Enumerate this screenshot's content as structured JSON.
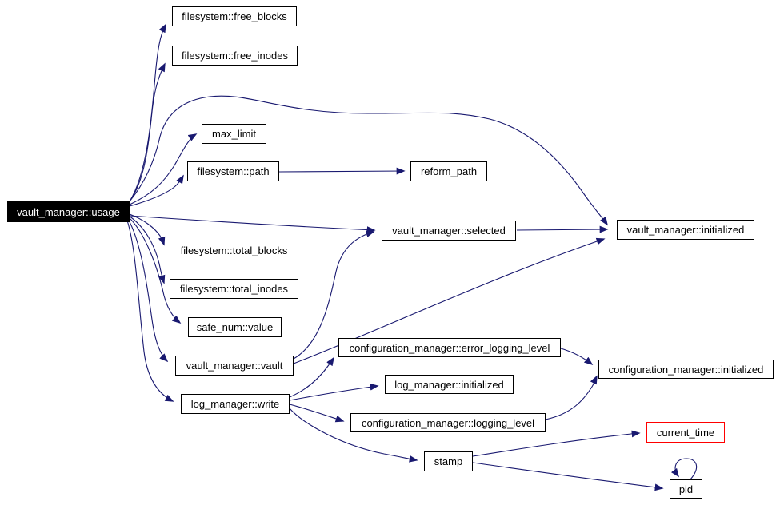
{
  "colors": {
    "edge": "#191970",
    "node_border": "#000000",
    "node_background": "#ffffff",
    "root_background": "#000000",
    "root_text": "#ffffff",
    "truncated_border": "#ff0000",
    "page_background": "#ffffff"
  },
  "nodes": [
    {
      "id": "usage",
      "label": "vault_manager::usage",
      "style": "root"
    },
    {
      "id": "free_blocks",
      "label": "filesystem::free_blocks",
      "style": "normal"
    },
    {
      "id": "free_inodes",
      "label": "filesystem::free_inodes",
      "style": "normal"
    },
    {
      "id": "max_limit",
      "label": "max_limit",
      "style": "normal"
    },
    {
      "id": "fs_path",
      "label": "filesystem::path",
      "style": "normal"
    },
    {
      "id": "reform_path",
      "label": "reform_path",
      "style": "normal"
    },
    {
      "id": "selected",
      "label": "vault_manager::selected",
      "style": "normal"
    },
    {
      "id": "vm_initialized",
      "label": "vault_manager::initialized",
      "style": "normal"
    },
    {
      "id": "total_blocks",
      "label": "filesystem::total_blocks",
      "style": "normal"
    },
    {
      "id": "total_inodes",
      "label": "filesystem::total_inodes",
      "style": "normal"
    },
    {
      "id": "safe_num_value",
      "label": "safe_num::value",
      "style": "normal"
    },
    {
      "id": "vault",
      "label": "vault_manager::vault",
      "style": "normal"
    },
    {
      "id": "write",
      "label": "log_manager::write",
      "style": "normal"
    },
    {
      "id": "error_logging_level",
      "label": "configuration_manager::error_logging_level",
      "style": "normal"
    },
    {
      "id": "lm_initialized",
      "label": "log_manager::initialized",
      "style": "normal"
    },
    {
      "id": "logging_level",
      "label": "configuration_manager::logging_level",
      "style": "normal"
    },
    {
      "id": "cm_initialized",
      "label": "configuration_manager::initialized",
      "style": "normal"
    },
    {
      "id": "stamp",
      "label": "stamp",
      "style": "normal"
    },
    {
      "id": "current_time",
      "label": "current_time",
      "style": "truncated"
    },
    {
      "id": "pid",
      "label": "pid",
      "style": "normal"
    }
  ],
  "edges": [
    {
      "from": "vault_manager::usage",
      "to": "filesystem::free_blocks"
    },
    {
      "from": "vault_manager::usage",
      "to": "filesystem::free_inodes"
    },
    {
      "from": "vault_manager::usage",
      "to": "max_limit"
    },
    {
      "from": "vault_manager::usage",
      "to": "filesystem::path"
    },
    {
      "from": "vault_manager::usage",
      "to": "vault_manager::initialized"
    },
    {
      "from": "vault_manager::usage",
      "to": "vault_manager::selected"
    },
    {
      "from": "vault_manager::usage",
      "to": "filesystem::total_blocks"
    },
    {
      "from": "vault_manager::usage",
      "to": "filesystem::total_inodes"
    },
    {
      "from": "vault_manager::usage",
      "to": "safe_num::value"
    },
    {
      "from": "vault_manager::usage",
      "to": "vault_manager::vault"
    },
    {
      "from": "vault_manager::usage",
      "to": "log_manager::write"
    },
    {
      "from": "filesystem::path",
      "to": "reform_path"
    },
    {
      "from": "vault_manager::selected",
      "to": "vault_manager::initialized"
    },
    {
      "from": "vault_manager::vault",
      "to": "vault_manager::selected"
    },
    {
      "from": "vault_manager::vault",
      "to": "vault_manager::initialized"
    },
    {
      "from": "log_manager::write",
      "to": "configuration_manager::error_logging_level"
    },
    {
      "from": "log_manager::write",
      "to": "log_manager::initialized"
    },
    {
      "from": "log_manager::write",
      "to": "configuration_manager::logging_level"
    },
    {
      "from": "log_manager::write",
      "to": "stamp"
    },
    {
      "from": "configuration_manager::error_logging_level",
      "to": "configuration_manager::initialized"
    },
    {
      "from": "configuration_manager::logging_level",
      "to": "configuration_manager::initialized"
    },
    {
      "from": "stamp",
      "to": "current_time"
    },
    {
      "from": "stamp",
      "to": "pid"
    },
    {
      "from": "pid",
      "to": "pid"
    }
  ]
}
